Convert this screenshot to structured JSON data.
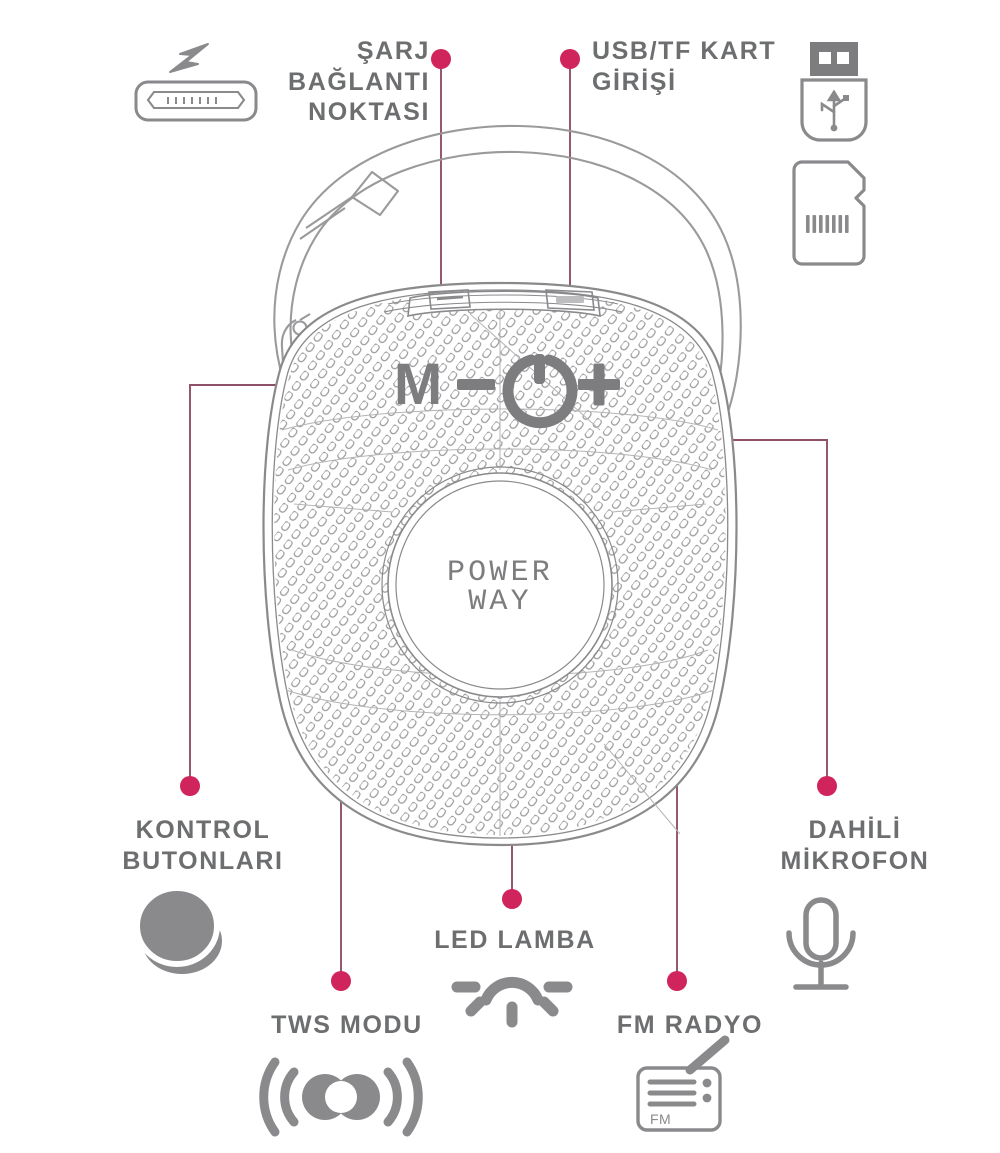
{
  "diagram": {
    "product_logo_line1": "POWER",
    "product_logo_line2": "WAY",
    "accent_dot_color": "#D0245C",
    "connector_line_color": "#8E5068",
    "label_color": "#6D6E70",
    "line_art_color": "#8A8A8D"
  },
  "controls": {
    "mode_button": "M",
    "volume_down_button": "–",
    "power_button": "power-symbol",
    "volume_up_button": "+"
  },
  "callouts": [
    {
      "id": "charging-port",
      "label": "ŞARJ\nBAĞLANTI\nNOKTASI",
      "icon": "micro-usb-charging-icon"
    },
    {
      "id": "usb-tf-card-slot",
      "label": "USB/TF KART\nGİRİŞİ",
      "icon": "usb-flash-drive-icon"
    },
    {
      "id": "control-buttons",
      "label": "KONTROL\nBUTONLARI",
      "icon": "push-button-icon"
    },
    {
      "id": "tws-mode",
      "label": "TWS MODU",
      "icon": "tws-wireless-icon"
    },
    {
      "id": "led-lamp",
      "label": "LED LAMBA",
      "icon": "light-bulb-rays-icon"
    },
    {
      "id": "fm-radio",
      "label": "FM RADYO",
      "icon": "fm-radio-icon",
      "icon_text": "FM"
    },
    {
      "id": "internal-microphone",
      "label": "DAHİLİ MİKROFON",
      "icon": "microphone-icon"
    }
  ],
  "side_icons": [
    {
      "id": "memory-card",
      "name": "microsd-tf-card-icon"
    }
  ]
}
